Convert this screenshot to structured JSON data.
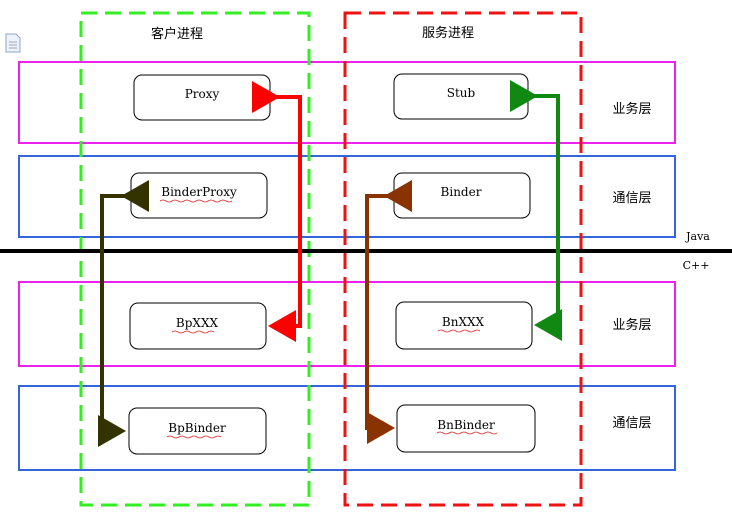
{
  "processes": {
    "client": "客户进程",
    "server": "服务进程"
  },
  "layers": {
    "business_top": "业务层",
    "comm_top": "通信层",
    "business_bottom": "业务层",
    "comm_bottom": "通信层"
  },
  "divider": {
    "java": "Java",
    "cpp": "C++"
  },
  "nodes": {
    "proxy": "Proxy",
    "stub": "Stub",
    "binder_proxy": "BinderProxy",
    "binder": "Binder",
    "bp_xxx": "BpXXX",
    "bn_xxx": "BnXXX",
    "bp_binder": "BpBinder",
    "bn_binder": "BnBinder"
  },
  "colors": {
    "client_border": "#33ee22",
    "server_border": "#ee1111",
    "business_layer": "#ee22ee",
    "comm_layer": "#3366dd",
    "arrow_proxy": "#ff0000",
    "arrow_stub": "#118811",
    "arrow_binder_proxy": "#333300",
    "arrow_binder": "#883300"
  },
  "icons": [
    "document-icon"
  ]
}
